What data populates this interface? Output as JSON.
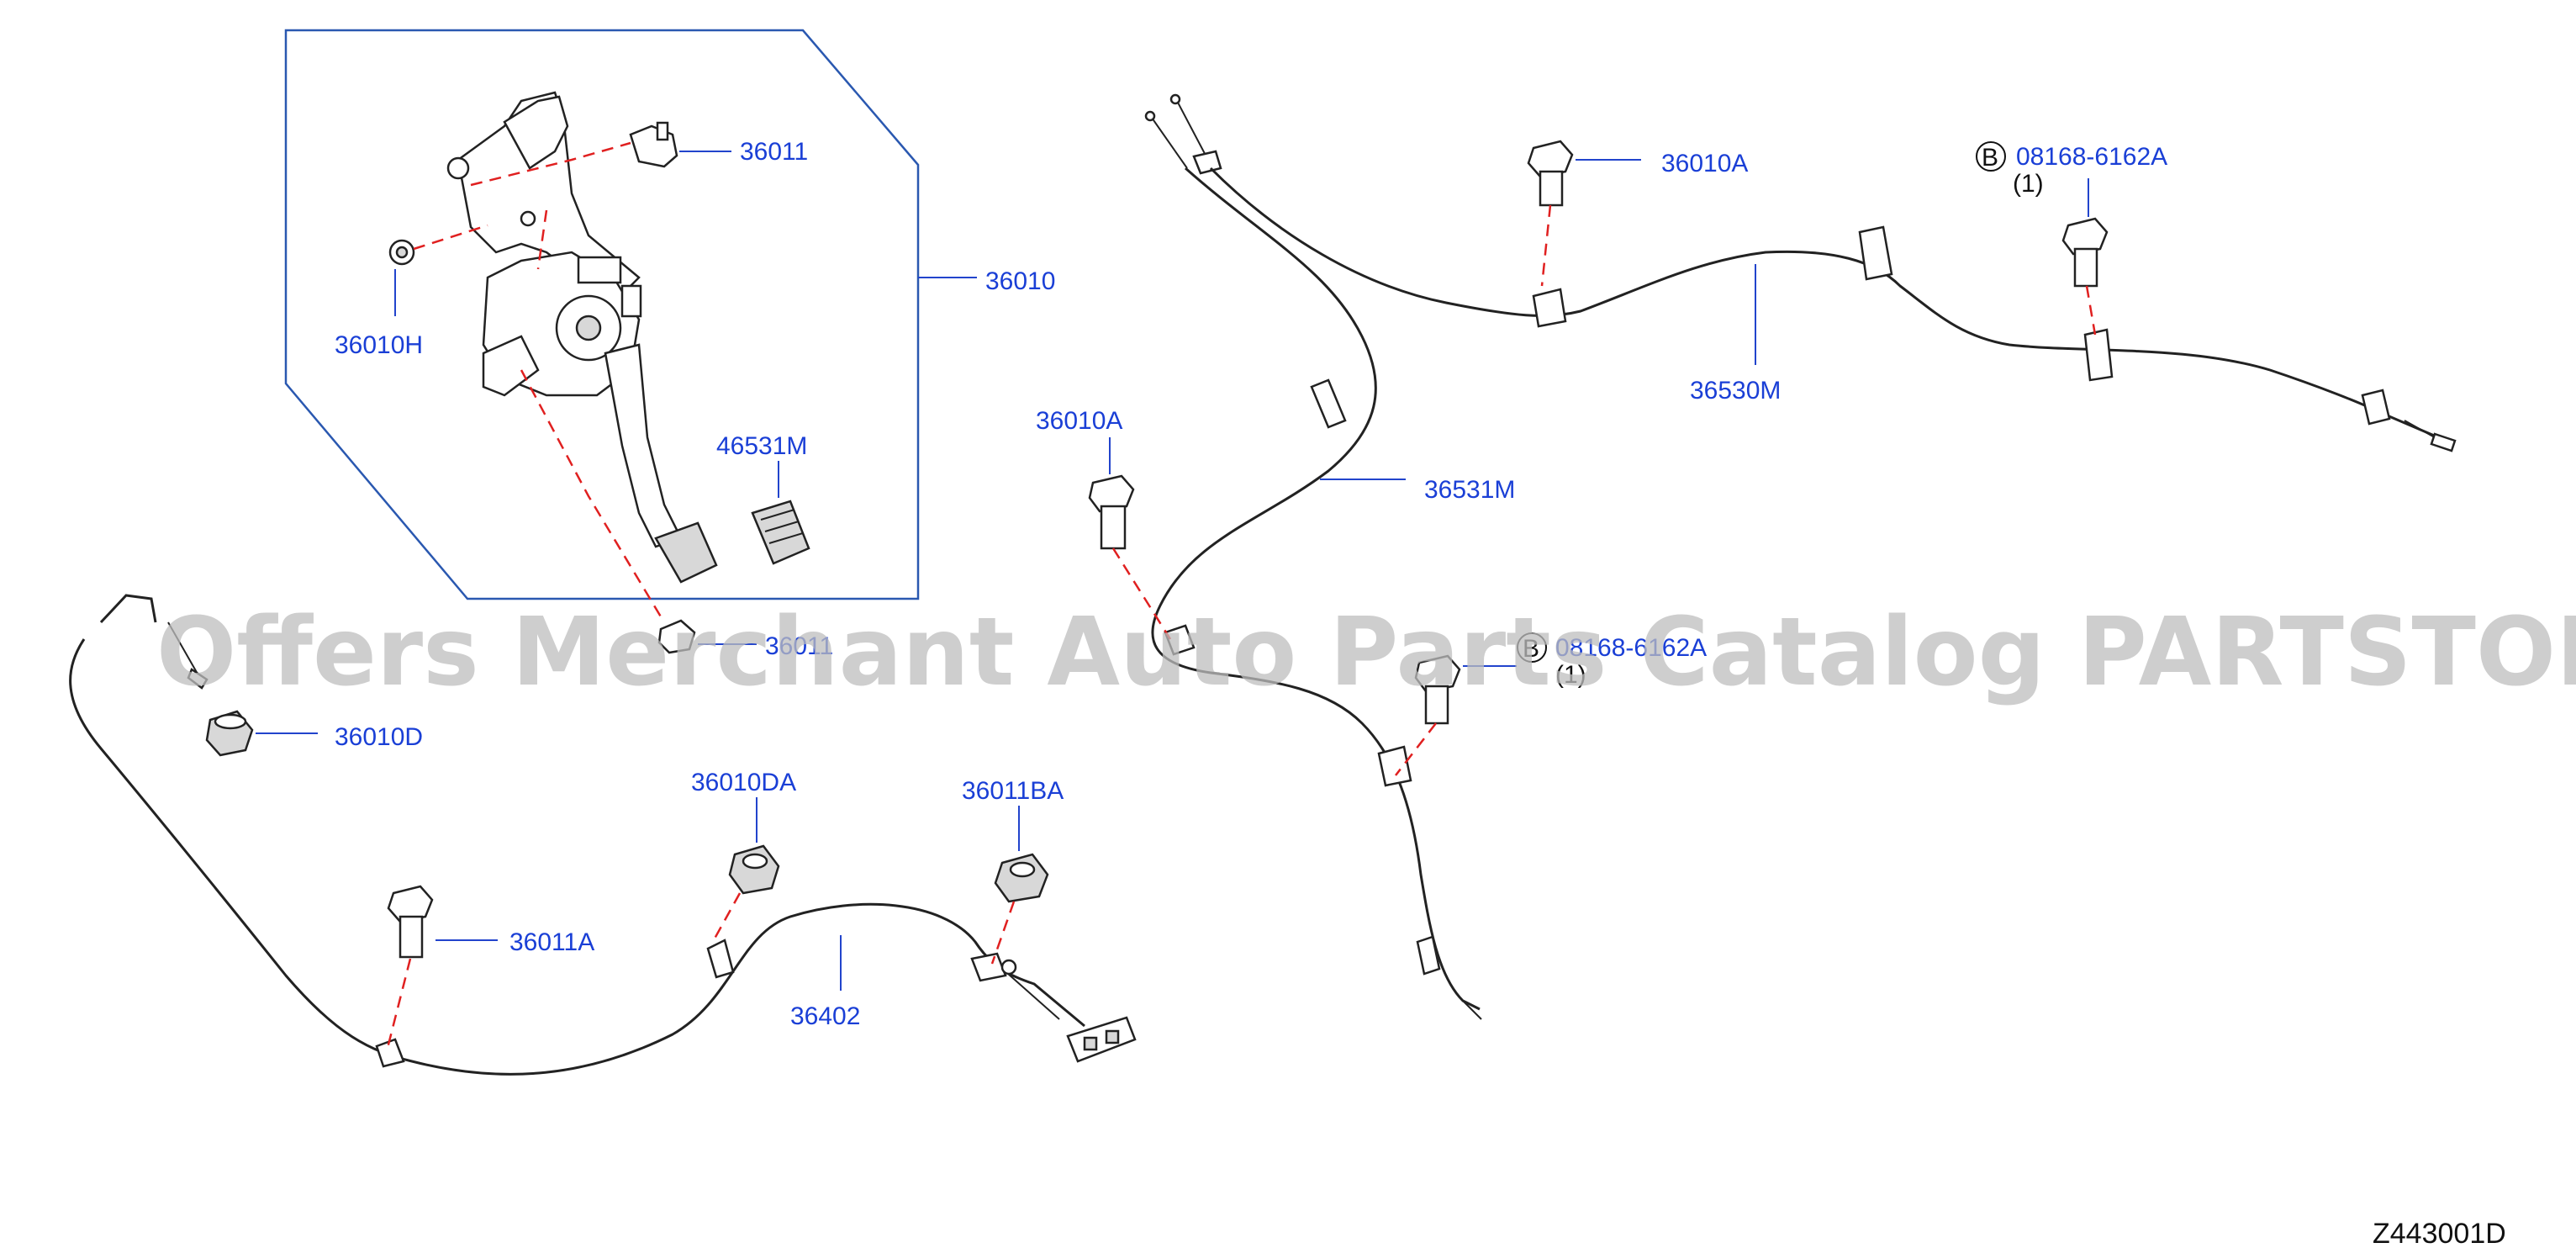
{
  "diagram": {
    "labels": {
      "l36011": "36011",
      "l36010": "36010",
      "l36010H": "36010H",
      "l46531M": "46531M",
      "l36011_low": "36011",
      "l36010D": "36010D",
      "l36010DA": "36010DA",
      "l36011BA": "36011BA",
      "l36011A": "36011A",
      "l36402": "36402",
      "l36010A_top": "36010A",
      "l36010A_mid": "36010A",
      "l36531M": "36531M",
      "l36530M": "36530M",
      "bolt_top_pn": "08168-6162A",
      "bolt_top_qty": "(1)",
      "bolt_mid_pn": "08168-6162A",
      "bolt_mid_qty": "(1)",
      "circle_b": "B"
    },
    "diagram_code": "Z443001D",
    "watermark": "Offers Merchant Auto Parts Catalog PARTSTORE.SA",
    "colors": {
      "label": "#1a3fd6",
      "leader_dash": "#e02020",
      "frame": "#2a58b0",
      "line": "#222222"
    }
  }
}
